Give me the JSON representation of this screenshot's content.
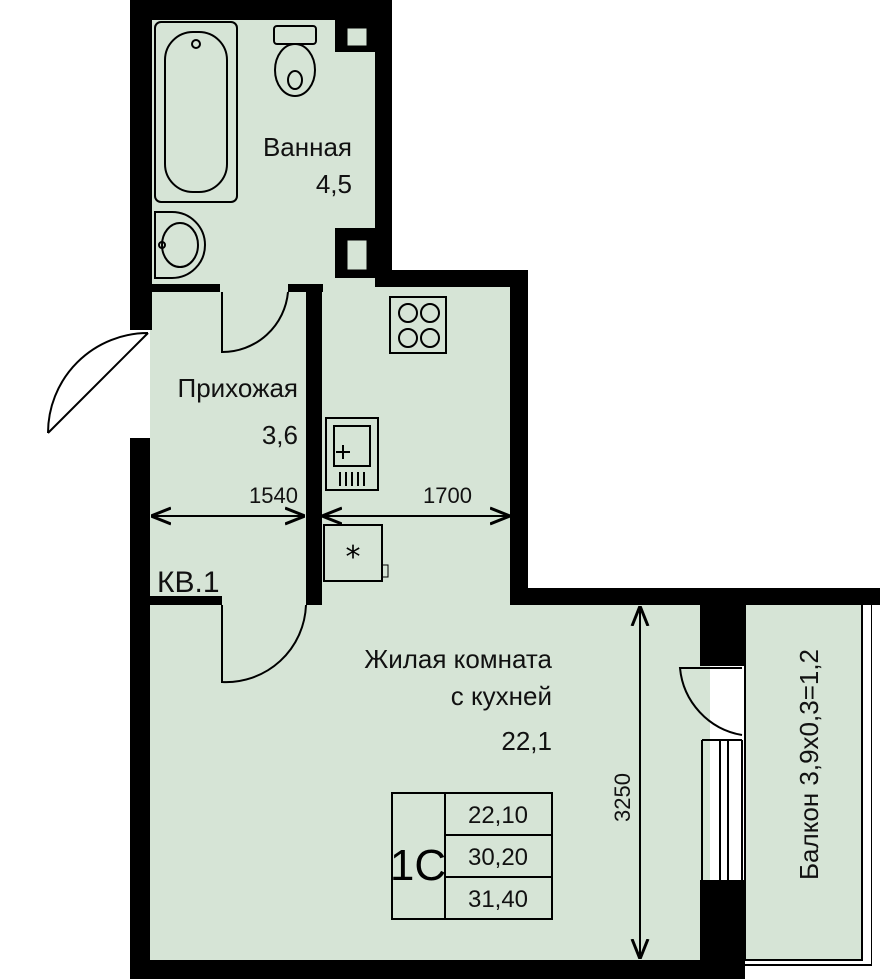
{
  "rooms": {
    "bathroom": {
      "name": "Ванная",
      "area": "4,5"
    },
    "hallway": {
      "name": "Прихожая",
      "area": "3,6"
    },
    "living": {
      "name_line1": "Жилая комната",
      "name_line2": "с кухней",
      "area": "22,1"
    },
    "balcony": {
      "name": "Балкон 3,9х0,3=1,2"
    }
  },
  "dimensions": {
    "hall_width": "1540",
    "kitchen_width": "1700",
    "room_depth": "3250"
  },
  "apartment_label": "КВ.1",
  "summary": {
    "type": "1С",
    "living_area": "22,10",
    "total_area": "30,20",
    "total_with_balcony": "31,40"
  },
  "colors": {
    "fill": "#d6e4d6",
    "wall": "#000000"
  }
}
